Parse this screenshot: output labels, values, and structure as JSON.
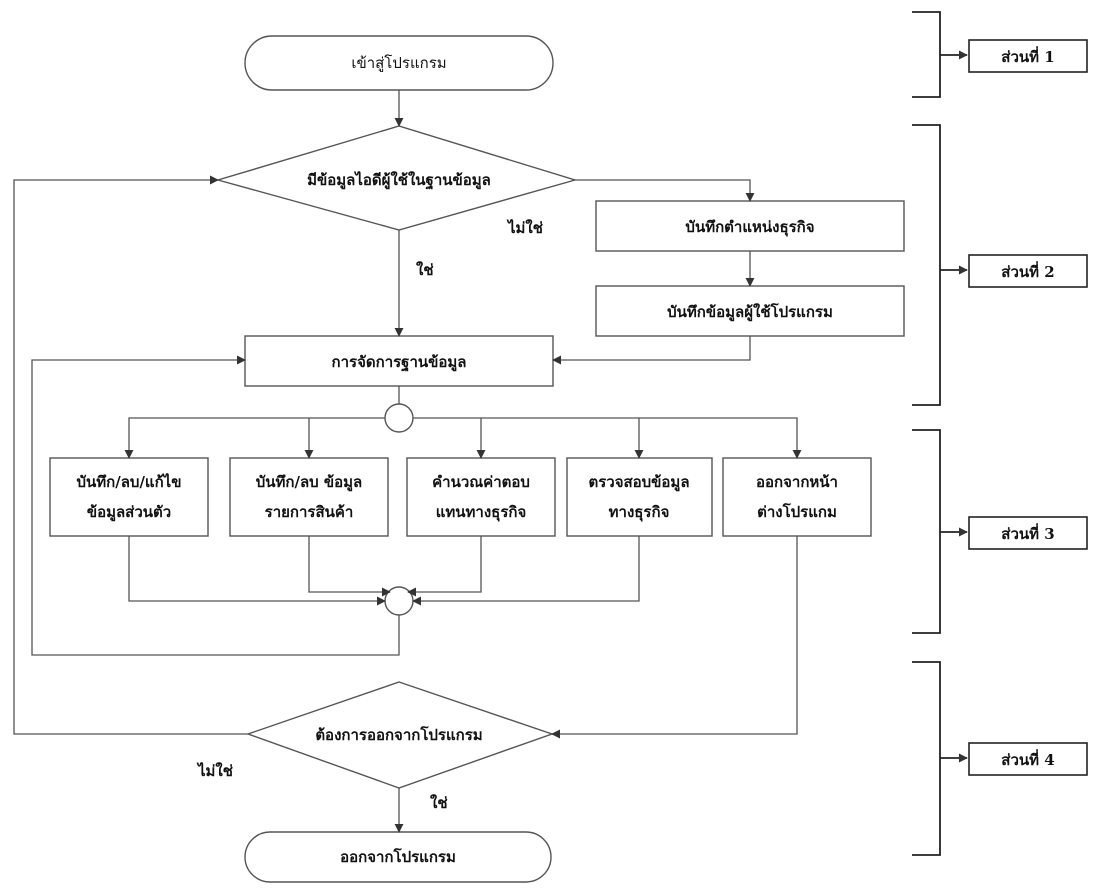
{
  "start": "เข้าสู่โปรแกรม",
  "decision_user": "มีข้อมูลไอดีผู้ใช้ในฐานข้อมูล",
  "no_label_1": "ไม่ใช่",
  "yes_label_1": "ใช่",
  "save_business_location": "บันทึกตำแหน่งธุรกิจ",
  "save_user_info": "บันทึกข้อมูลผู้ใช้โปรแกรม",
  "db_management": "การจัดการฐานข้อมูล",
  "options": [
    {
      "line1": "บันทึก/ลบ/แก้ไข",
      "line2": "ข้อมูลส่วนตัว"
    },
    {
      "line1": "บันทึก/ลบ ข้อมูล",
      "line2": "รายการสินค้า"
    },
    {
      "line1": "คำนวณค่าตอบ",
      "line2": "แทนทางธุรกิจ"
    },
    {
      "line1": "ตรวจสอบข้อมูล",
      "line2": "ทางธุรกิจ"
    },
    {
      "line1": "ออกจากหน้า",
      "line2": "ต่างโปรแกม"
    }
  ],
  "decision_exit": "ต้องการออกจากโปรแกรม",
  "no_label_2": "ไม่ใช่",
  "yes_label_2": "ใช่",
  "end": "ออกจากโปรแกรม",
  "sections": [
    "ส่วนที่ 1",
    "ส่วนที่ 2",
    "ส่วนที่ 3",
    "ส่วนที่ 4"
  ]
}
